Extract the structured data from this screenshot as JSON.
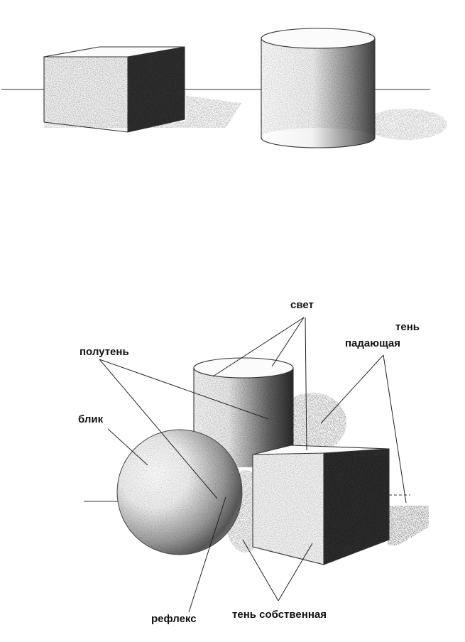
{
  "labels": {
    "svet": "свет",
    "ten": "тень",
    "padayushchaya": "падающая",
    "poluten": "полутень",
    "blik": "блик",
    "refleks": "рефлекс",
    "ten_sobstvennaya": "тень собственная"
  },
  "colors": {
    "ink": "#222222",
    "paper": "#ffffff"
  }
}
